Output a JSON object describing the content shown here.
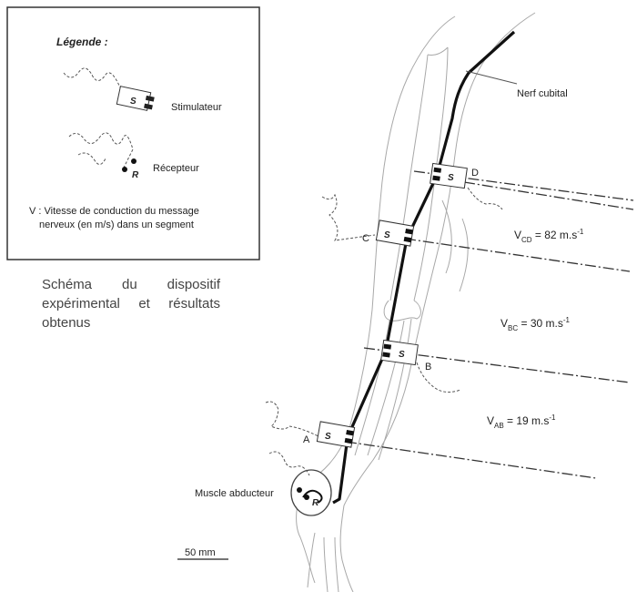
{
  "legend": {
    "title": "Légende :",
    "stimulator_label": "Stimulateur",
    "receptor_label": "Récepteur",
    "speed_line1": "V : Vitesse de conduction du message",
    "speed_line2": "nerveux (en m/s) dans un segment",
    "stim_glyph": "S",
    "rec_glyph": "R"
  },
  "caption": "Schéma du dispositif expérimental et résultats obtenus",
  "nerve_label": "Nerf cubital",
  "muscle_label": "Muscle abducteur",
  "scale_label": "50 mm",
  "points": {
    "a": "A",
    "b": "B",
    "c": "C",
    "d": "D"
  },
  "velocities": {
    "cd": {
      "v": "V",
      "sub": "CD",
      "value": " = 82 m.s",
      "sup": "-1"
    },
    "bc": {
      "v": "V",
      "sub": "BC",
      "value": " = 30 m.s",
      "sup": "-1"
    },
    "ab": {
      "v": "V",
      "sub": "AB",
      "value": " = 19 m.s",
      "sup": "-1"
    }
  },
  "colors": {
    "line": "#222222",
    "outline": "#999999",
    "frame": "#333333"
  }
}
